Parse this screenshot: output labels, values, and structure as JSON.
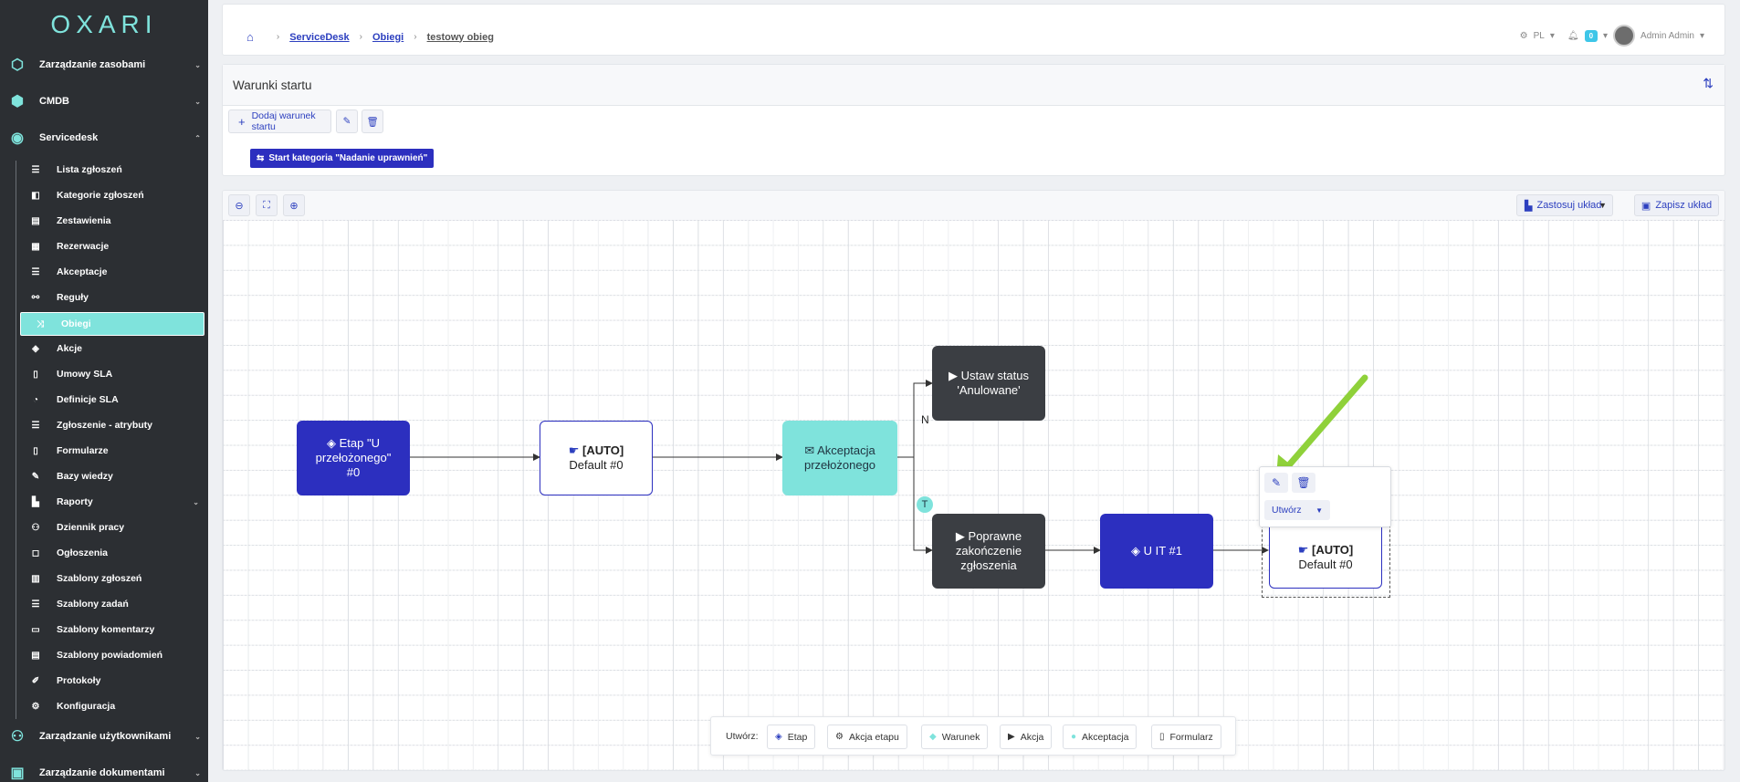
{
  "app": {
    "logo": "OXARI"
  },
  "sidebar": {
    "sections": [
      {
        "label": "Zarządzanie zasobami",
        "icon": "hexagons-icon"
      },
      {
        "label": "CMDB",
        "icon": "nodes-icon"
      },
      {
        "label": "Servicedesk",
        "icon": "eye-icon"
      },
      {
        "label": "Zarządzanie użytkownikami",
        "icon": "users-icon"
      },
      {
        "label": "Zarządzanie dokumentami",
        "icon": "documents-icon"
      }
    ],
    "items": [
      {
        "label": "Lista zgłoszeń",
        "icon": "list-icon"
      },
      {
        "label": "Kategorie zgłoszeń",
        "icon": "categories-icon"
      },
      {
        "label": "Zestawienia",
        "icon": "table-icon"
      },
      {
        "label": "Rezerwacje",
        "icon": "calendar-icon"
      },
      {
        "label": "Akceptacje",
        "icon": "checklist-icon"
      },
      {
        "label": "Reguły",
        "icon": "rules-icon"
      },
      {
        "label": "Obiegi",
        "icon": "workflow-icon"
      },
      {
        "label": "Akcje",
        "icon": "diamond-icon"
      },
      {
        "label": "Umowy SLA",
        "icon": "document-icon"
      },
      {
        "label": "Definicje SLA",
        "icon": "stopwatch-icon"
      },
      {
        "label": "Zgłoszenie - atrybuty",
        "icon": "attributes-icon"
      },
      {
        "label": "Formularze",
        "icon": "form-icon"
      },
      {
        "label": "Bazy wiedzy",
        "icon": "knowledge-icon"
      },
      {
        "label": "Raporty",
        "icon": "reports-icon"
      },
      {
        "label": "Dziennik pracy",
        "icon": "worklog-icon"
      },
      {
        "label": "Ogłoszenia",
        "icon": "announcement-icon"
      },
      {
        "label": "Szablony zgłoszeń",
        "icon": "templates-icon"
      },
      {
        "label": "Szablony zadań",
        "icon": "task-templates-icon"
      },
      {
        "label": "Szablony komentarzy",
        "icon": "comment-templates-icon"
      },
      {
        "label": "Szablony powiadomień",
        "icon": "notification-templates-icon"
      },
      {
        "label": "Protokoły",
        "icon": "protocol-icon"
      },
      {
        "label": "Konfiguracja",
        "icon": "config-icon"
      }
    ]
  },
  "breadcrumb": {
    "items": [
      "ServiceDesk",
      "Obiegi"
    ],
    "current": "testowy obieg"
  },
  "header": {
    "language": "PL",
    "notifications": "0",
    "user": "Admin Admin"
  },
  "start_panel": {
    "title": "Warunki startu",
    "add_button": "Dodaj warunek startu",
    "condition_chip": "Start kategoria \"Nadanie uprawnień\""
  },
  "canvas_toolbar": {
    "apply_layout": "Zastosuj układ",
    "save_layout": "Zapisz układ"
  },
  "nodes": {
    "stage1": {
      "line1": "Etap \"U",
      "line2": "przełożonego\"",
      "line3": "#0"
    },
    "auto1": {
      "tag": "[AUTO]",
      "name": "Default #0"
    },
    "accept": {
      "line1": "Akceptacja",
      "line2": "przełożonego"
    },
    "cancel": {
      "line1": "Ustaw status",
      "line2": "'Anulowane'"
    },
    "finish": {
      "line1": "Poprawne",
      "line2": "zakończenie",
      "line3": "zgłoszenia"
    },
    "uit": {
      "label": "U IT #1"
    },
    "auto2": {
      "tag": "[AUTO]",
      "name": "Default #0"
    }
  },
  "edge_labels": {
    "no": "N",
    "yes": "T"
  },
  "popup": {
    "create": "Utwórz"
  },
  "bottom_bar": {
    "label": "Utwórz:",
    "buttons": [
      "Etap",
      "Akcja etapu",
      "Warunek",
      "Akcja",
      "Akceptacja",
      "Formularz"
    ]
  },
  "colors": {
    "primary": "#2c2fbf",
    "accent": "#7fe3dc",
    "sidebar": "#2c2f33",
    "action": "#3b3e43",
    "arrow": "#8fd13a"
  }
}
